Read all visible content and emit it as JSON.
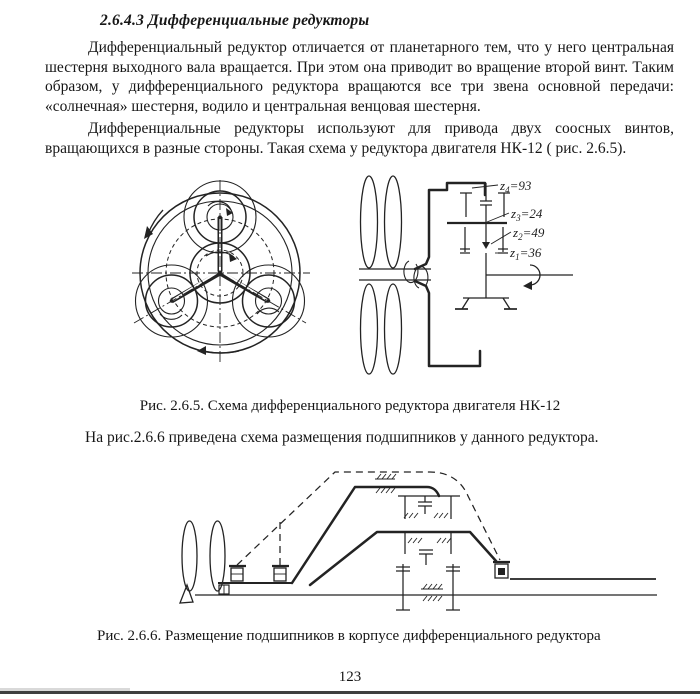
{
  "document": {
    "heading": "2.6.4.3  Дифференциальные редукторы",
    "paragraphs": {
      "p1": "Дифференциальный редуктор отличается от планетарного тем, что у него центральная шестерня выходного вала вращается. При этом она приводит во вращение второй винт. Таким образом, у дифференциального редуктора вращаются все три звена основной передачи: «солнечная» шестерня, водило и центральная венцовая шестерня.",
      "p2": "Дифференциальные редукторы используют для привода двух соосных винтов, вращающихся в разные стороны. Такая схема у редуктора двигателя НК-12  ( рис. 2.6.5).",
      "p3": "На рис.2.6.6  приведена схема размещения подшипников у данного редуктора."
    },
    "figure1": {
      "caption": "Рис. 2.6.5. Схема дифференциального  редуктора двигателя  НК-12",
      "labels": [
        {
          "sym": "z",
          "sub": "4",
          "val": "=93"
        },
        {
          "sym": "z",
          "sub": "3",
          "val": "=24"
        },
        {
          "sym": "z",
          "sub": "2",
          "val": "=49"
        },
        {
          "sym": "z",
          "sub": "1",
          "val": "=36"
        }
      ]
    },
    "figure2": {
      "caption": "Рис. 2.6.6.  Размещение подшипников в корпусе дифференциального редуктора"
    },
    "page_number": "123",
    "colors": {
      "ink": "#232323",
      "paper": "#ffffff",
      "footer_rule": "#3f3f3f"
    }
  }
}
